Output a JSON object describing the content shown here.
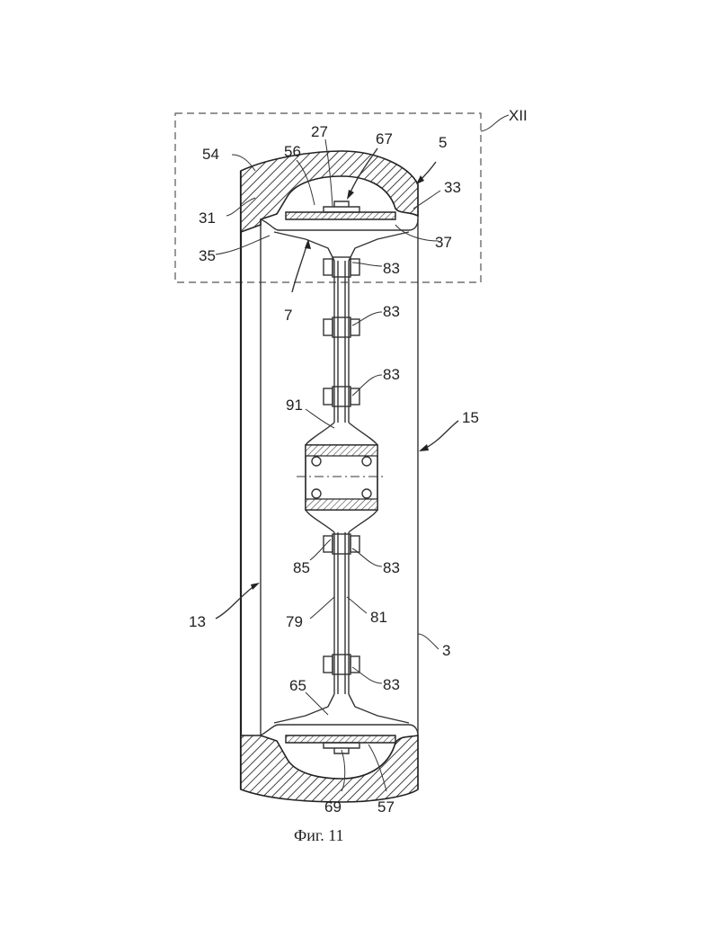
{
  "figure": {
    "caption": "Фиг. 11",
    "detail_label": "XII",
    "labels": {
      "l54": "54",
      "l56": "56",
      "l27": "27",
      "l67": "67",
      "l5": "5",
      "l33": "33",
      "l31": "31",
      "l37": "37",
      "l35": "35",
      "l83a": "83",
      "l7": "7",
      "l83b": "83",
      "l83c": "83",
      "l91": "91",
      "l15": "15",
      "l85": "85",
      "l83d": "83",
      "l13": "13",
      "l79": "79",
      "l81": "81",
      "l3": "3",
      "l65": "65",
      "l83e": "83",
      "l69": "69",
      "l57": "57"
    }
  }
}
